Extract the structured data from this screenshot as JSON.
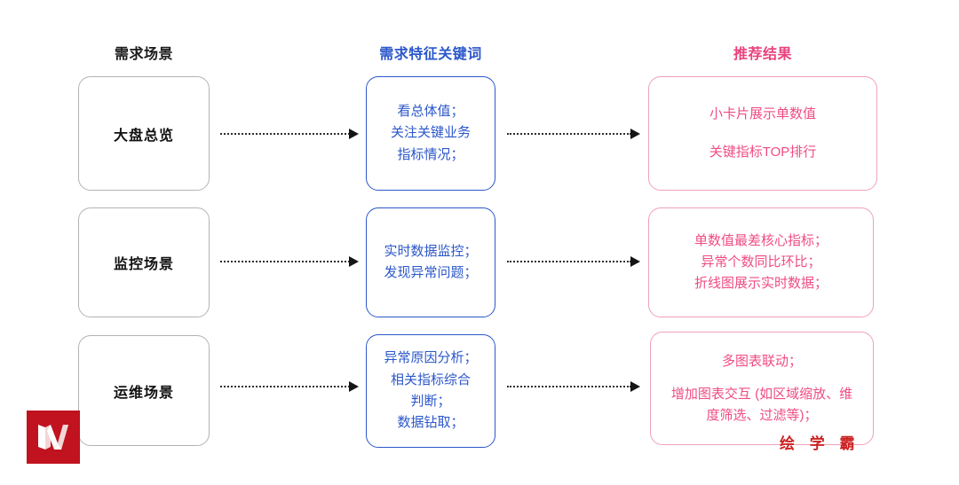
{
  "page": {
    "title": "需求场景 - 需求特征关键词 - 推荐结果 流程图",
    "background": "#ffffff"
  },
  "colors": {
    "scene_border": "#b3b3b3",
    "scene_text": "#111111",
    "keyword_accent": "#2b57c9",
    "result_accent": "#e8437e",
    "result_border": "#f0a0bd",
    "result_text": "#ef4c82",
    "arrow": "#2d2d2d",
    "logo_red": "#c1121f",
    "watermark_red": "#cc2222"
  },
  "headings": {
    "scene": "需求场景",
    "keyword": "需求特征关键词",
    "result": "推荐结果"
  },
  "rows": [
    {
      "scene": "大盘总览",
      "keyword_lines": [
        "看总体值；",
        "关注关键业务",
        "指标情况；"
      ],
      "result_lines": [
        "小卡片展示单数值",
        "关键指标TOP排行"
      ]
    },
    {
      "scene": "监控场景",
      "keyword_lines": [
        "实时数据监控；",
        "发现异常问题；"
      ],
      "result_lines": [
        "单数值最差核心指标；",
        "异常个数同比环比；",
        "折线图展示实时数据；"
      ]
    },
    {
      "scene": "运维场景",
      "keyword_lines": [
        "异常原因分析；",
        "相关指标综合",
        "判断；",
        "数据钻取；"
      ],
      "result_lines": [
        "多图表联动；",
        "增加图表交互 (如区域缩放、维度筛选、过滤等)；"
      ]
    }
  ],
  "arrows": {
    "scene_to_keyword_label": "dotted-arrow-right",
    "keyword_to_result_label": "dotted-arrow-right"
  },
  "logo": {
    "alt": "W 标志",
    "letter": "W"
  },
  "watermark": {
    "text": "绘 学 霸"
  }
}
